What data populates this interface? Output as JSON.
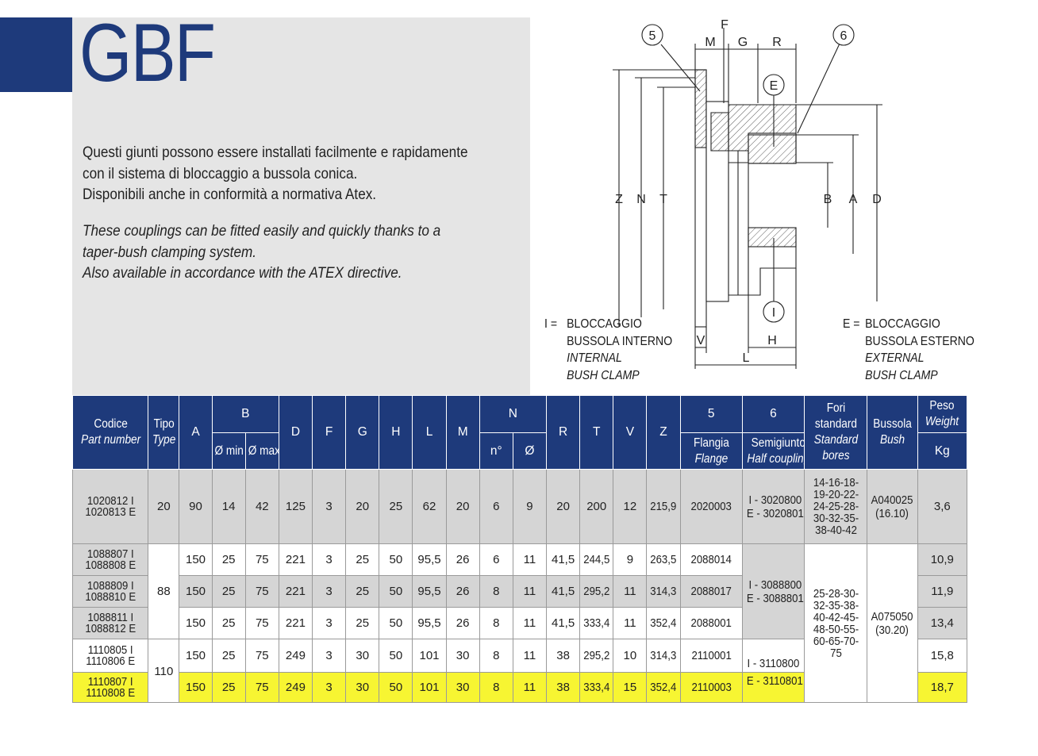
{
  "header": {
    "title": "GBF",
    "desc_it": [
      "Questi giunti possono essere installati facilmente e rapidamente",
      "con il sistema di bloccaggio a bussola conica.",
      "Disponibili anche in conformità a normativa Atex."
    ],
    "desc_en": [
      "These couplings can be fitted easily and quickly thanks to a",
      "taper-bush clamping system.",
      "Also available in accordance with the ATEX directive."
    ]
  },
  "drawing": {
    "callouts": [
      "5",
      "6",
      "E",
      "I"
    ],
    "dims_top": [
      "F",
      "M",
      "G",
      "R"
    ],
    "dims_left": [
      "Z",
      "N",
      "T"
    ],
    "dims_right": [
      "B",
      "A",
      "D"
    ],
    "dims_bottom": [
      "V",
      "H",
      "L"
    ]
  },
  "legend": {
    "internal": {
      "key": "I =",
      "lines": [
        "BLOCCAGGIO",
        "BUSSOLA INTERNO"
      ],
      "lines_it": [
        "INTERNAL",
        "BUSH CLAMP"
      ]
    },
    "external": {
      "key": "E =",
      "lines": [
        "BLOCCAGGIO",
        "BUSSOLA ESTERNO"
      ],
      "lines_it": [
        "EXTERNAL",
        "BUSH CLAMP"
      ]
    }
  },
  "table": {
    "headers": {
      "codice": "Codice",
      "codice_en": "Part number",
      "tipo": "Tipo",
      "tipo_en": "Type",
      "A": "A",
      "B": "B",
      "B_min": "Ø min",
      "B_max": "Ø max",
      "D": "D",
      "F": "F",
      "G": "G",
      "H": "H",
      "L": "L",
      "M": "M",
      "N": "N",
      "N_n": "n°",
      "N_d": "Ø",
      "R": "R",
      "T": "T",
      "V": "V",
      "Z": "Z",
      "c5": "5",
      "c5_it": "Flangia",
      "c5_en": "Flange",
      "c6": "6",
      "c6_it": "Semigiunto",
      "c6_en": "Half coupling",
      "fori": "Fori",
      "fori2": "standard",
      "fori_en1": "Standard",
      "fori_en2": "bores",
      "bussola": "Bussola",
      "bussola_en": "Bush",
      "peso": "Peso",
      "peso_en": "Weight",
      "peso_unit": "Kg"
    },
    "row20": {
      "codice": [
        "1020812 I",
        "1020813 E"
      ],
      "tipo": "20",
      "vals": [
        "90",
        "14",
        "42",
        "125",
        "3",
        "20",
        "25",
        "62",
        "20",
        "6",
        "9",
        "20",
        "200",
        "12",
        "215,9",
        "2020003"
      ],
      "semi": [
        "I - 3020800",
        "E - 3020801"
      ],
      "fori": [
        "14-16-18-",
        "19-20-22-",
        "24-25-28-",
        "30-32-35-",
        "38-40-42"
      ],
      "bussola": [
        "A040025",
        "(16.10)"
      ],
      "peso": "3,6"
    },
    "tipo88": "88",
    "tipo110": "110",
    "rows": [
      {
        "codice": [
          "1088807 I",
          "1088808 E"
        ],
        "vals": [
          "150",
          "25",
          "75",
          "221",
          "3",
          "25",
          "50",
          "95,5",
          "26",
          "6",
          "11",
          "41,5",
          "244,5",
          "9",
          "263,5",
          "2088014"
        ],
        "peso": "10,9"
      },
      {
        "codice": [
          "1088809 I",
          "1088810 E"
        ],
        "vals": [
          "150",
          "25",
          "75",
          "221",
          "3",
          "25",
          "50",
          "95,5",
          "26",
          "8",
          "11",
          "41,5",
          "295,2",
          "11",
          "314,3",
          "2088017"
        ],
        "peso": "11,9"
      },
      {
        "codice": [
          "1088811 I",
          "1088812 E"
        ],
        "vals": [
          "150",
          "25",
          "75",
          "221",
          "3",
          "25",
          "50",
          "95,5",
          "26",
          "8",
          "11",
          "41,5",
          "333,4",
          "11",
          "352,4",
          "2088001"
        ],
        "peso": "13,4"
      },
      {
        "codice": [
          "1110805 I",
          "1110806 E"
        ],
        "vals": [
          "150",
          "25",
          "75",
          "249",
          "3",
          "30",
          "50",
          "101",
          "30",
          "8",
          "11",
          "38",
          "295,2",
          "10",
          "314,3",
          "2110001"
        ],
        "peso": "15,8"
      },
      {
        "codice": [
          "1110807 I",
          "1110808 E"
        ],
        "vals": [
          "150",
          "25",
          "75",
          "249",
          "3",
          "30",
          "50",
          "101",
          "30",
          "8",
          "11",
          "38",
          "333,4",
          "15",
          "352,4",
          "2110003"
        ],
        "peso": "18,7"
      }
    ],
    "semi88": [
      "I - 3088800",
      "E - 3088801"
    ],
    "semi110_i": "I - 3110800",
    "semi110_e": "E - 3110801",
    "fori_88_110": [
      "25-28-30-",
      "32-35-38-",
      "40-42-45-",
      "48-50-55-",
      "60-65-70-",
      "75"
    ],
    "bussola_88_110": [
      "A075050",
      "(30.20)"
    ]
  },
  "colors": {
    "brand_blue": "#1e3a7b",
    "panel_grey": "#e5e5e5",
    "row_grey": "#d5d5d5",
    "highlight_yellow": "#f7f532"
  }
}
